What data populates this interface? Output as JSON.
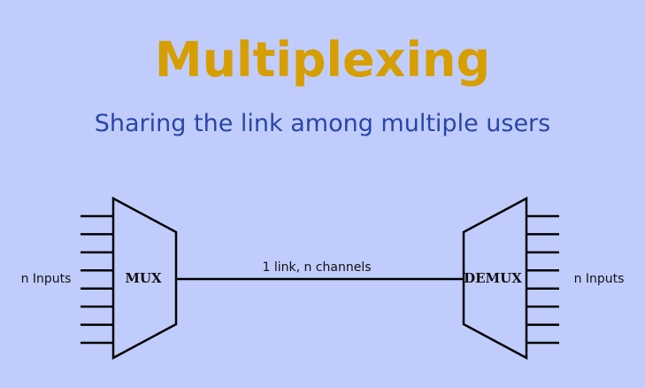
{
  "header": {
    "title": "Multiplexing",
    "subtitle": "Sharing the link among multiple users"
  },
  "diagram": {
    "left_label": "n Inputs",
    "right_label": "n Inputs",
    "mux_label": "MUX",
    "demux_label": "DEMUX",
    "link_label": "1 link, n channels",
    "input_line_count": 8
  },
  "colors": {
    "background": "#c0cdfc",
    "title": "#d69e00",
    "subtitle": "#2a45a8",
    "stroke": "#000000"
  }
}
